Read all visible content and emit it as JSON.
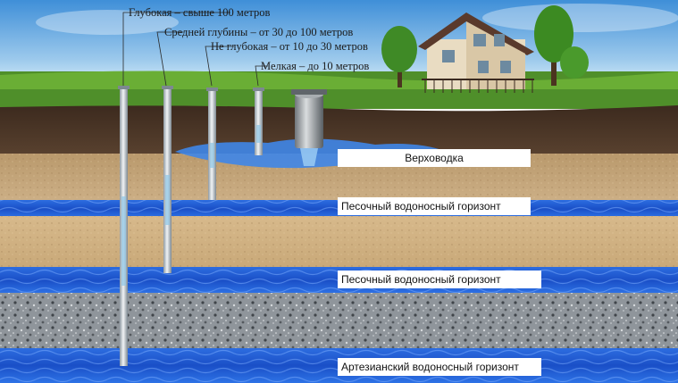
{
  "callouts": [
    "Глубокая – свыше 100 метров",
    "Средней глубины – от 30 до 100 метров",
    "Не глубокая – от 10 до 30 метров",
    "Мелкая – до 10 метров"
  ],
  "layers": {
    "perched": "Верховодка",
    "sand_aquifer_1": "Песочный водоносный горизонт",
    "sand_aquifer_2": "Песочный водоносный горизонт",
    "artesian": "Артезианский водоносный горизонт"
  },
  "colors": {
    "sky": "#5fa6dc",
    "grass": "#4f8f2a",
    "topsoil": "#4a3425",
    "sand": "#c9a97a",
    "water": "#1f5fd6",
    "granite": "#9aa0a6"
  }
}
